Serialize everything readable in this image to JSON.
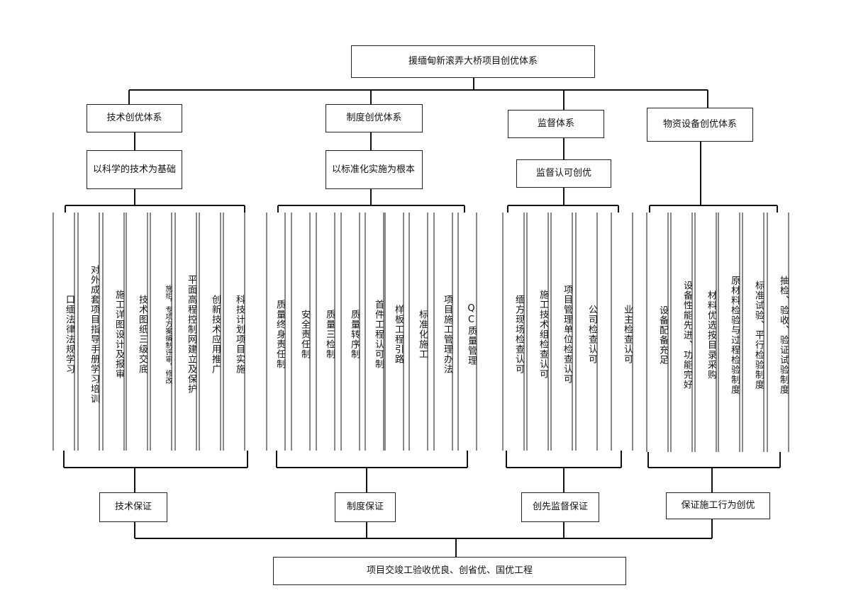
{
  "root": "援缅甸新滚弄大桥项目创优体系",
  "branches": [
    {
      "title": "技术创优体系",
      "basis": "以科学的技术为基础",
      "items": [
        "口缅法律法规学习",
        "对外成套项目指导手册学习培训",
        "施工详图设计及报审",
        "技术图纸三级交底",
        "施组，专项方案编制评审，修改",
        "平面高程控制网建立及保护",
        "创新技术应用推广",
        "科技计划项目实施"
      ],
      "guarantee": "技术保证"
    },
    {
      "title": "制度创优体系",
      "basis": "以标准化实施为根本",
      "items": [
        "质量终身责任制",
        "安全责任制",
        "质量三检制",
        "质量转序制",
        "首件工程认可制",
        "样板工程引路",
        "标准化施工",
        "项目施工管理办法",
        "QC质量管理"
      ],
      "guarantee": "制度保证"
    },
    {
      "title": "监督体系",
      "basis": "监督认可创优",
      "items": [
        "缅方现场检查认可",
        "施工技术组检查认可",
        "项目管理单位检查认可",
        "公司检查认可",
        "业主检查认可"
      ],
      "guarantee": "创先监督保证"
    },
    {
      "title": "物资设备创优体系",
      "basis": "",
      "items": [
        "设备配备充足",
        "设备性能先进、功能完好",
        "材料优选按目录采购",
        "原材料检验与过程检验制度",
        "标准试验、平行检验制度",
        "抽检、验收、验证试验制度"
      ],
      "guarantee": "保证施工行为创优"
    }
  ],
  "final": "项目交竣工验收优良、创省优、国优工程"
}
